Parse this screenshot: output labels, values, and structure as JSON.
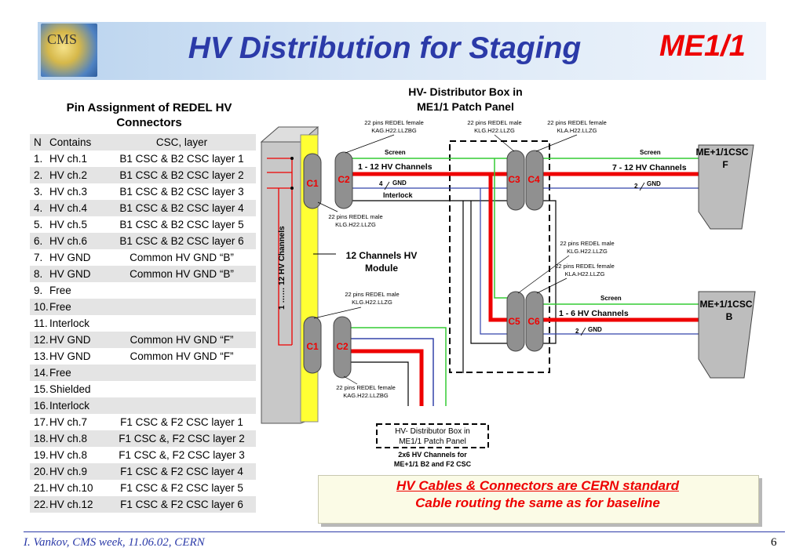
{
  "header": {
    "logo_text": "CMS",
    "title": "HV Distribution for Staging",
    "tag": "ME1/1"
  },
  "pin_table": {
    "title_line1": "Pin Assignment of REDEL HV",
    "title_line2": "Connectors",
    "headers": [
      "N",
      "Contains",
      "CSC, layer"
    ],
    "rows": [
      [
        "1.",
        "HV ch.1",
        "B1 CSC & B2 CSC layer 1"
      ],
      [
        "2.",
        "HV ch.2",
        "B1 CSC & B2 CSC layer 2"
      ],
      [
        "3.",
        "HV ch.3",
        "B1 CSC & B2 CSC layer 3"
      ],
      [
        "4.",
        "HV ch.4",
        "B1 CSC & B2 CSC layer 4"
      ],
      [
        "5.",
        "HV ch.5",
        "B1 CSC & B2 CSC layer 5"
      ],
      [
        "6.",
        "HV ch.6",
        "B1 CSC & B2 CSC layer 6"
      ],
      [
        "7.",
        "HV GND",
        "Common HV GND “B”"
      ],
      [
        "8.",
        "HV GND",
        "Common HV GND “B”"
      ],
      [
        "9.",
        "Free",
        ""
      ],
      [
        "10.",
        "Free",
        ""
      ],
      [
        "11.",
        "Interlock",
        ""
      ],
      [
        "12.",
        "HV GND",
        "Common HV GND “F”"
      ],
      [
        "13.",
        "HV GND",
        "Common HV GND “F”"
      ],
      [
        "14.",
        "Free",
        ""
      ],
      [
        "15.",
        "Shielded",
        ""
      ],
      [
        "16.",
        "Interlock",
        ""
      ],
      [
        "17.",
        "HV ch.7",
        "F1 CSC & F2 CSC layer 1"
      ],
      [
        "18.",
        "HV ch.8",
        "F1 CSC &, F2 CSC layer 2"
      ],
      [
        "19.",
        "HV ch.8",
        "F1 CSC &, F2 CSC layer 3"
      ],
      [
        "20.",
        "HV ch.9",
        "F1 CSC & F2 CSC layer 4"
      ],
      [
        "21.",
        "HV ch.10",
        "F1 CSC & F2 CSC layer 5"
      ],
      [
        "22.",
        "HV ch.12",
        "F1 CSC & F2 CSC layer 6"
      ]
    ]
  },
  "diagram": {
    "box_title_line1": "HV- Distributor Box in",
    "box_title_line2": "ME1/1 Patch Panel",
    "conn_c1": "C1",
    "conn_c2": "C2",
    "conn_c3": "C3",
    "conn_c4": "C4",
    "conn_c5": "C5",
    "conn_c6": "C6",
    "redel_female_top_1": "22 pins REDEL female",
    "redel_female_top_2": "KAG.H22.LLZBG",
    "redel_male_top_1": "22 pins REDEL male",
    "redel_male_top_2": "KLG.H22.LLZG",
    "redel_female_right_1": "22 pins REDEL female",
    "redel_female_right_2": "KLA.H22.LLZG",
    "redel_male_mid_1": "22 pins REDEL male",
    "redel_male_mid_2": "KLG.H22.LLZG",
    "redel_male_c5_1": "22 pins REDEL male",
    "redel_male_c5_2": "KLG.H22.LLZG",
    "redel_female_c5_1": "22 pins REDEL female",
    "redel_female_c5_2": "KLA.H22.LLZG",
    "redel_male_low_1": "22 pins REDEL male",
    "redel_male_low_2": "KLG.H22.LLZG",
    "redel_female_bottom_1": "22 pins REDEL female",
    "redel_female_bottom_2": "KAG.H22.LLZBG",
    "screen": "Screen",
    "ch_1_12": "1 - 12 HV Channels",
    "ch_7_12": "7 - 12 HV Channels",
    "ch_1_6": "1 - 6 HV Channels",
    "gnd": "GND",
    "gnd_count_4": "4",
    "gnd_count_2": "2",
    "interlock": "Interlock",
    "module_vertical": "1 …… 12 HV Channels",
    "module_label_1": "12 Channels HV",
    "module_label_2": "Module",
    "csc_f_1": "ME+1/1CSC",
    "csc_f_2": "F",
    "csc_b_1": "ME+1/1CSC",
    "csc_b_2": "B",
    "bottom_box_1": "HV- Distributor Box in",
    "bottom_box_2": "ME1/1 Patch Panel",
    "bottom_note_1": "2x6 HV Channels for",
    "bottom_note_2": "ME+1/1 B2 and F2 CSC"
  },
  "notes": {
    "line1": "HV Cables & Connectors are CERN standard",
    "line2": "Cable routing the same as for baseline"
  },
  "footer": {
    "text": "I. Vankov, CMS week, 11.06.02, CERN",
    "page": "6"
  },
  "colors": {
    "title_blue": "#2b3aa8",
    "accent_red": "#ee0000",
    "hv_cable_red": "#ee0000",
    "screen_green": "#33cc33",
    "gnd_blue": "#3344aa",
    "module_yellow": "#ffff33"
  }
}
